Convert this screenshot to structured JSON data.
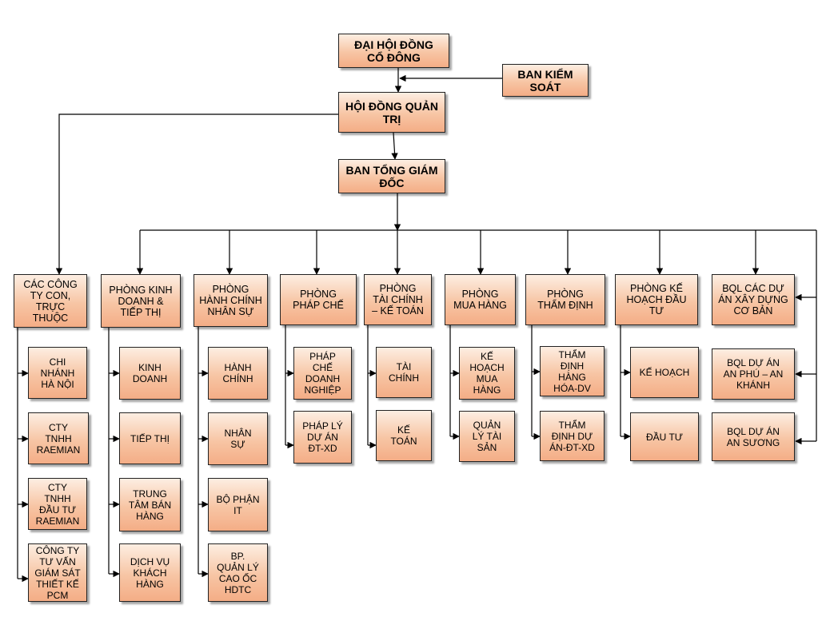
{
  "top": {
    "general_meeting": "ĐẠI HỘI ĐỒNG\nCỔ ĐÔNG",
    "supervisory_board": "BAN KIỂM\nSOÁT",
    "board_of_directors": "HỘI ĐỒNG QUẢN\nTRỊ",
    "executive_board": "BAN TỔNG GIÁM\nĐỐC"
  },
  "departments": [
    {
      "label": "CÁC CÔNG\nTY CON,\nTRỰC\nTHUỘC",
      "units": [
        "CHI\nNHÁNH\nHÀ NỘI",
        "CTY\nTNHH\nRAEMIAN",
        "CTY\nTNHH\nĐẦU TƯ\nRAEMIAN",
        "CÔNG TY\nTƯ VẤN\nGIÁM SÁT\nTHIẾT KẾ\nPCM"
      ]
    },
    {
      "label": "PHÒNG KINH\nDOANH &\nTIẾP THỊ",
      "units": [
        "KINH\nDOANH",
        "TIẾP THỊ",
        "TRUNG\nTÂM BÁN\nHÀNG",
        "DỊCH VỤ\nKHÁCH\nHÀNG"
      ]
    },
    {
      "label": "PHÒNG\nHÀNH CHÍNH\nNHÂN SỰ",
      "units": [
        "HÀNH\nCHÍNH",
        "NHÂN\nSỰ",
        "BỘ PHẬN\nIT",
        "BP.\nQUẢN LÝ\nCAO ỐC\nHDTC"
      ]
    },
    {
      "label": "PHÒNG\nPHÁP CHẾ",
      "units": [
        "PHÁP\nCHẾ\nDOANH\nNGHIỆP",
        "PHÁP LÝ\nDỰ ÁN\nĐT-XD"
      ]
    },
    {
      "label": "PHÒNG\nTÀI CHÍNH\n– KẾ TOÁN",
      "units": [
        "TÀI\nCHÍNH",
        "KẾ\nTOÁN"
      ]
    },
    {
      "label": "PHÒNG\nMUA HÀNG",
      "units": [
        "KẾ\nHOẠCH\nMUA\nHÀNG",
        "QUẢN\nLÝ TÀI\nSẢN"
      ]
    },
    {
      "label": "PHÒNG\nTHẨM ĐỊNH",
      "units": [
        "THẨM\nĐỊNH\nHÀNG\nHÓA-DV",
        "THẨM\nĐỊNH DỰ\nÁN-ĐT-XD"
      ]
    },
    {
      "label": "PHÒNG KẾ\nHOẠCH ĐẦU\nTƯ",
      "units": [
        "KẾ HOẠCH",
        "ĐẦU TƯ"
      ]
    },
    {
      "label": "BQL CÁC DỰ\nÁN XÂY DỰNG\nCƠ BẢN",
      "units": []
    }
  ],
  "project_boards": [
    "BQL DỰ ÁN\nAN PHÚ – AN\nKHÁNH",
    "BQL DỰ ÁN\nAN SƯƠNG"
  ],
  "colors": {
    "box_fill_top": "#fdeee2",
    "box_fill_bottom": "#f4ad86",
    "line": "#000000"
  }
}
